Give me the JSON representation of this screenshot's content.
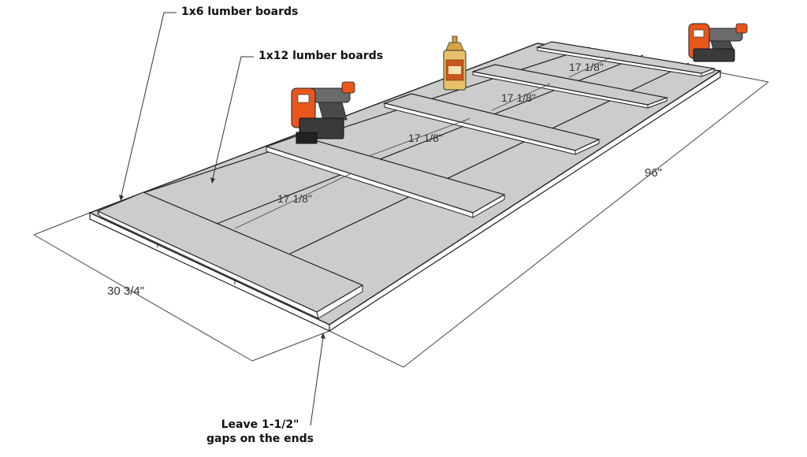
{
  "labels": {
    "lumber_1x6": "1x6 lumber boards",
    "lumber_1x12": "1x12 lumber boards",
    "gaps_line1": "Leave 1-1/2\"",
    "gaps_line2": "gaps on the ends"
  },
  "dimensions": {
    "width": "30 3/4\"",
    "length": "96\"",
    "spacing_1": "17 1/8\"",
    "spacing_2": "17 1/8\"",
    "spacing_3": "17 1/8\"",
    "spacing_4": "17 1/8\""
  },
  "colors": {
    "board_top": "#cccccc",
    "board_edge": "#ffffff",
    "outline": "#222222",
    "nailer_orange": "#e8561c",
    "nailer_dark": "#3a3a3a",
    "glue_body": "#e8c06a"
  }
}
